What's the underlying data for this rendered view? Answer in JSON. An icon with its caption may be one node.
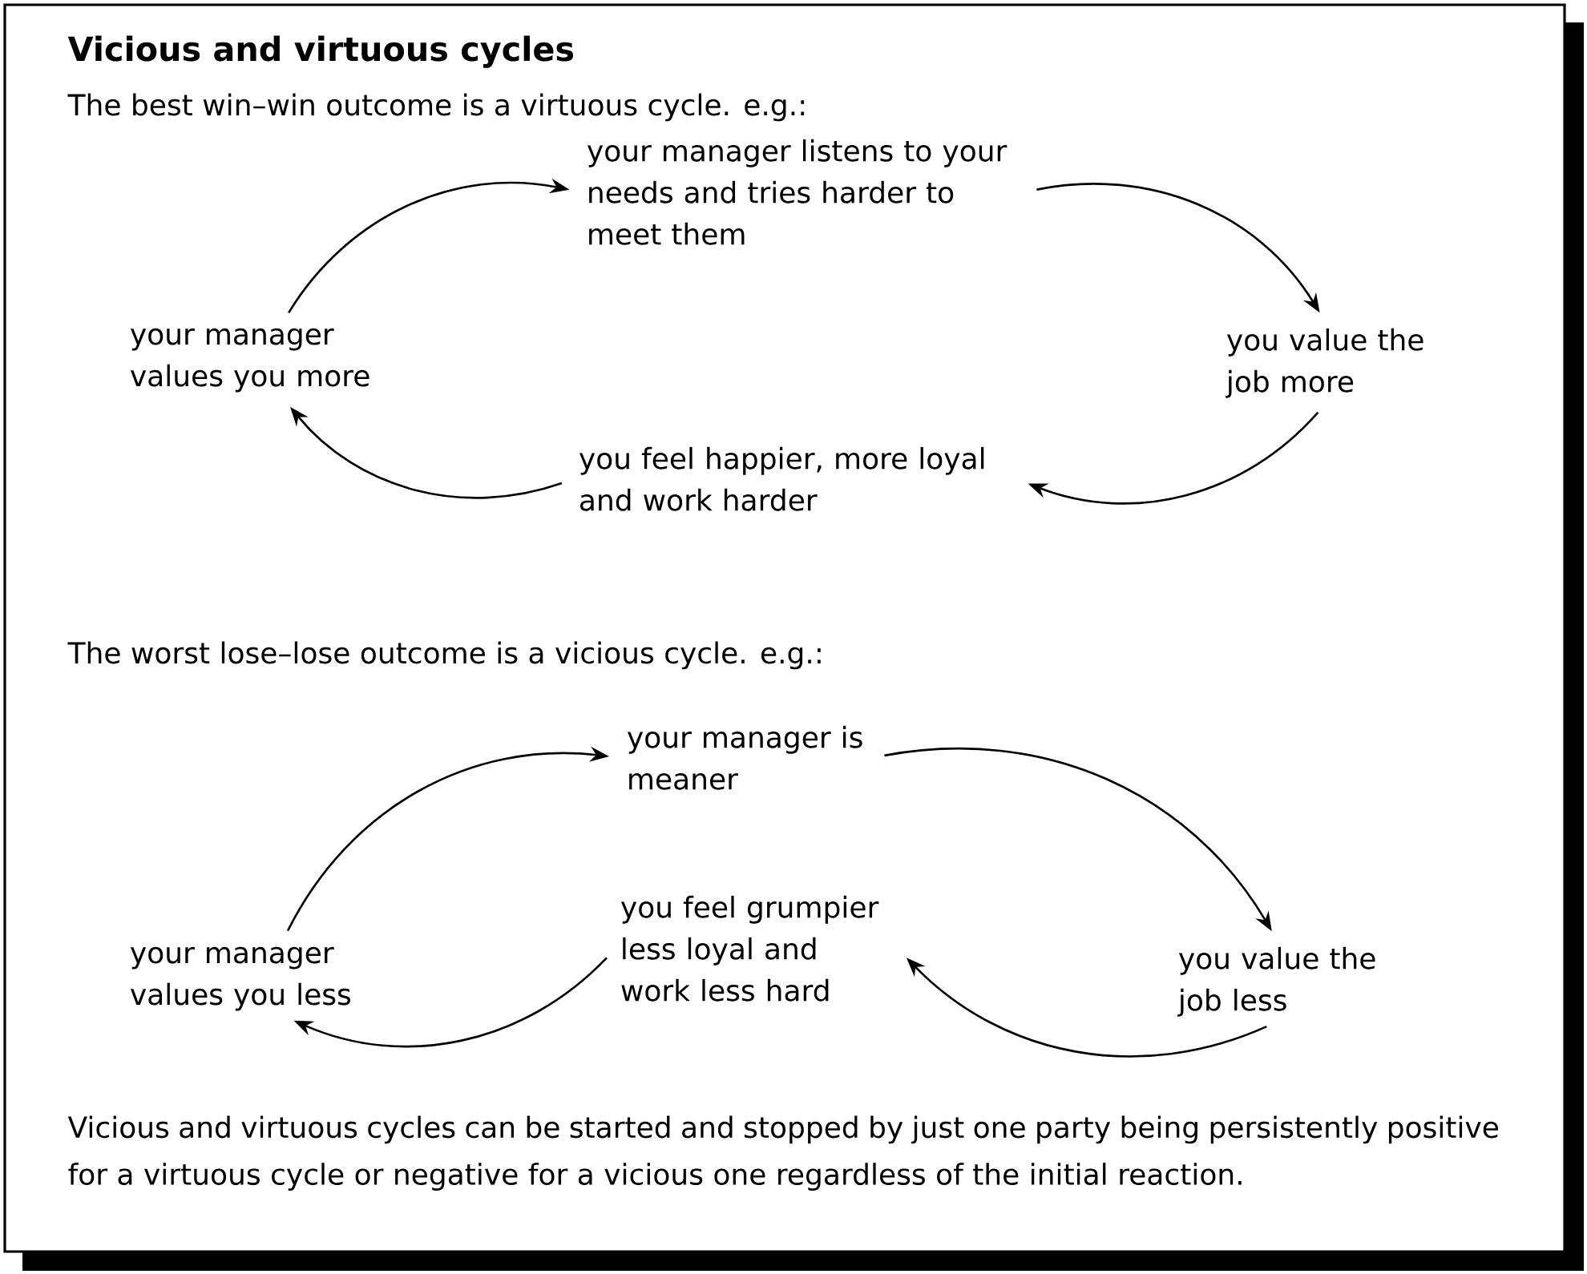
{
  "diagram": {
    "title": "Vicious and virtuous cycles",
    "nodes": [
      {
        "text": [
          "your manager listens to your needs and tries harder to meet them"
        ]
      },
      {
        "text": [
          "you value the job more"
        ]
      },
      {
        "text": [
          "you feel happier, more loyal and work harder"
        ]
      },
      {
        "text": [
          "your manager values you more"
        ]
      },
      {
        "text": [
          "your manager is meaner"
        ]
      },
      {
        "text": [
          "you value the job less"
        ]
      },
      {
        "text": [
          "you feel grumpier less loyal and work less hard"
        ]
      },
      {
        "text": [
          "your manager values you less"
        ]
      }
    ],
    "edges": [
      {
        "from": 3,
        "to": 0,
        "arrow": "to"
      },
      {
        "from": 0,
        "to": 1,
        "arrow": "to"
      },
      {
        "from": 1,
        "to": 2,
        "arrow": "to"
      },
      {
        "from": 2,
        "to": 3,
        "arrow": "to"
      },
      {
        "from": 7,
        "to": 4,
        "arrow": "to"
      },
      {
        "from": 4,
        "to": 5,
        "arrow": "to"
      },
      {
        "from": 5,
        "to": 6,
        "arrow": "to"
      },
      {
        "from": 6,
        "to": 7,
        "arrow": "to"
      }
    ],
    "labels": [
      "The best win–win outcome is a virtuous cycle. e.g.:",
      "The worst lose–lose outcome is a vicious cycle. e.g.:",
      "Vicious and virtuous cycles can be started and stopped by just one party being persistently positive for a virtuous cycle or negative for a vicious one regardless of the initial reaction."
    ]
  }
}
